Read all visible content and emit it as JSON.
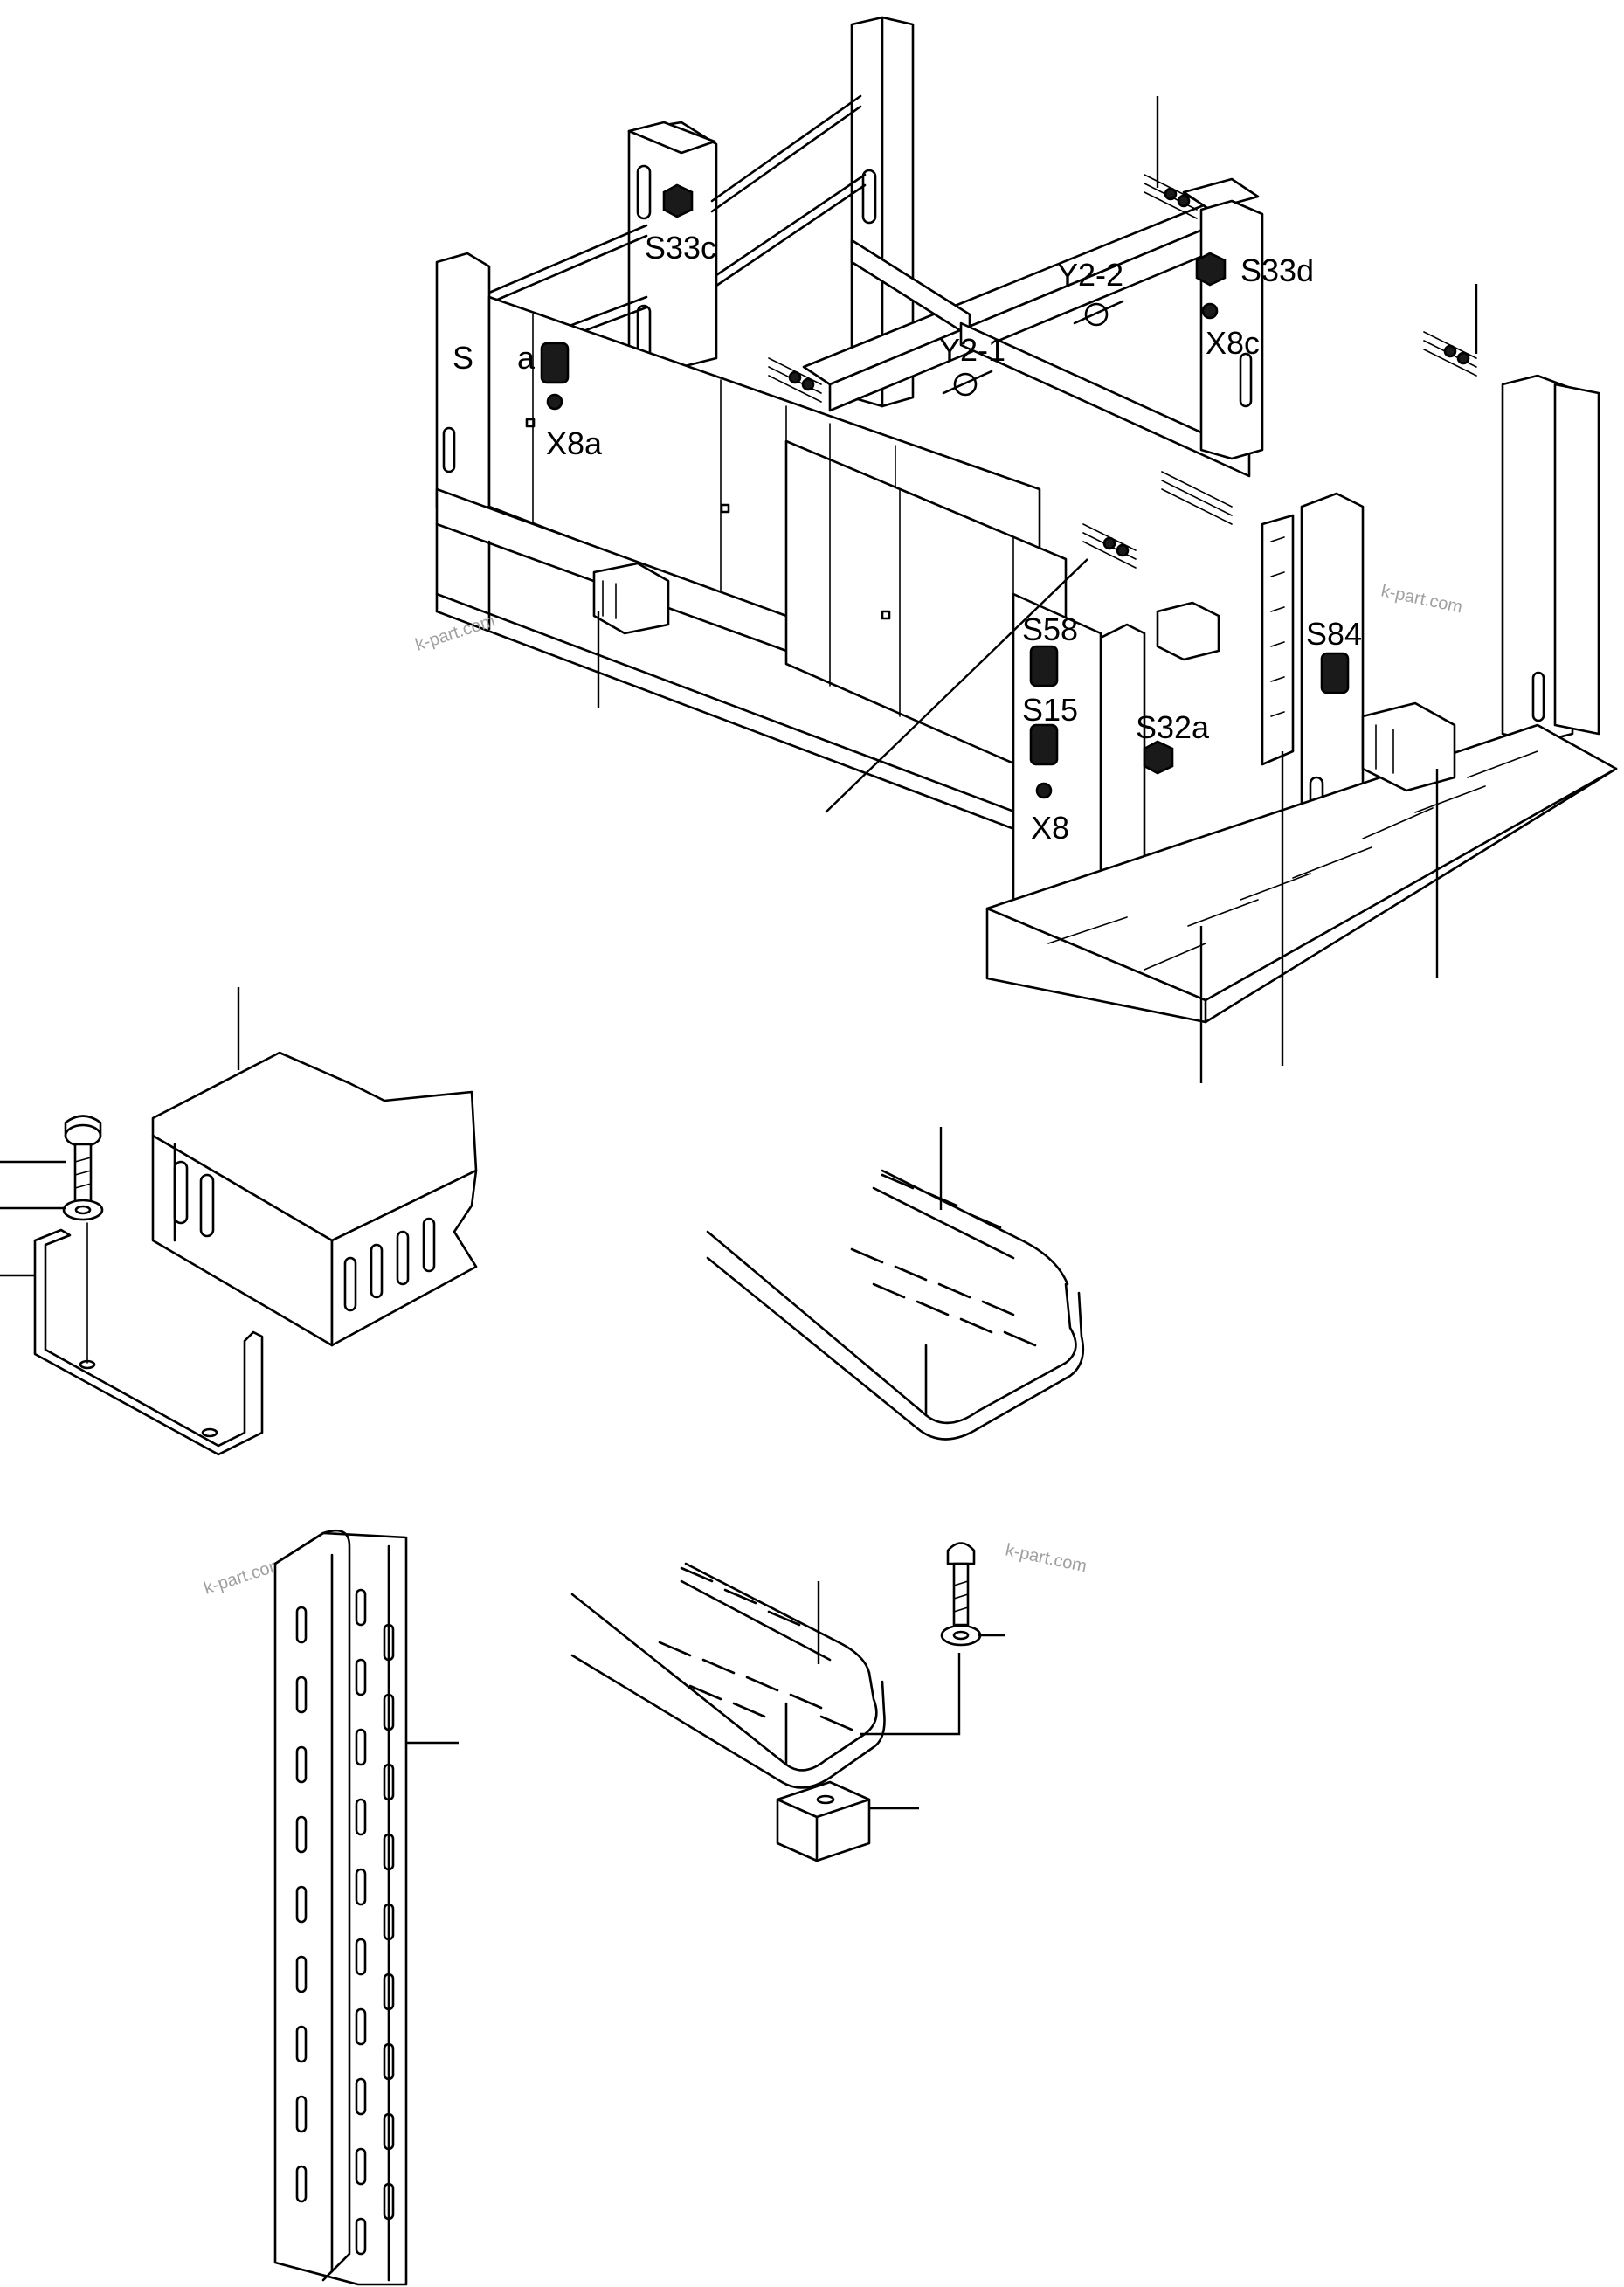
{
  "callouts": [
    "S33c",
    "Y2-2",
    "S33d",
    "X8c",
    "Y2-1",
    "S",
    "a",
    "X8a",
    "S58",
    "S15",
    "X8",
    "S32a",
    "S84"
  ],
  "watermark": "k-part.com"
}
